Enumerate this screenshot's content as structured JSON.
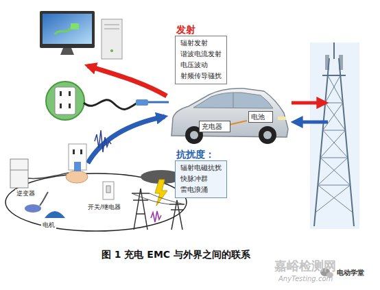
{
  "diagram": {
    "caption": "图 1 充电 EMC 与外界之间的联系",
    "nodes": [
      {
        "text": [
          "发射",
          "辐射发射",
          "谐波电流发射",
          "电压波动",
          "射频传导骚扰"
        ]
      },
      {
        "text": [
          "抗扰度：",
          "辐射电磁抗扰",
          "快脉冲群",
          "雷电浪涌"
        ]
      },
      {
        "text": [
          "充电器"
        ]
      },
      {
        "text": [
          "电池"
        ]
      }
    ],
    "labels": [
      "逆变器",
      "电机",
      "开关/继电器",
      "嘉峪检测网",
      "AnyTesting.com",
      "电动学堂"
    ]
  }
}
